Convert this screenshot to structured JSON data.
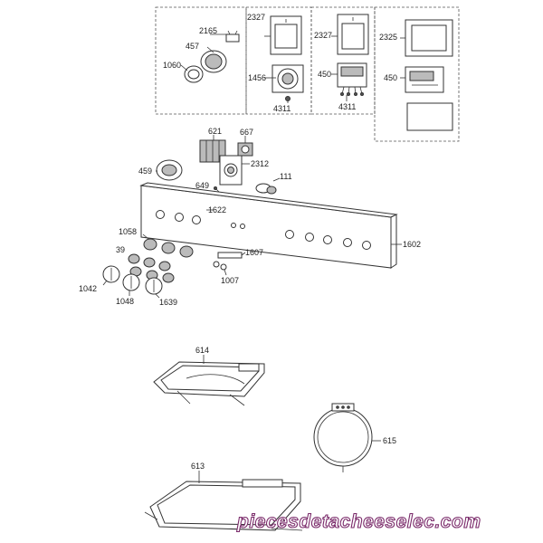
{
  "labels": {
    "l2165": "2165",
    "l457": "457",
    "l1060": "1060",
    "l2327a": "2327",
    "l1456": "1456",
    "l4311a": "4311",
    "l2327b": "2327",
    "l450a": "450",
    "l4311b": "4311",
    "l2325": "2325",
    "l450b": "450",
    "l621": "621",
    "l667": "667",
    "l459": "459",
    "l2312": "2312",
    "l111": "111",
    "l649": "649",
    "l1622": "1622",
    "l1058": "1058",
    "l1602": "1602",
    "l39": "39",
    "l1607": "1607",
    "l1042": "1042",
    "l1007": "1007",
    "l1048": "1048",
    "l1639": "1639",
    "l614": "614",
    "l615": "615",
    "l613": "613"
  },
  "watermark": "piecesdetacheeselec.com",
  "colors": {
    "watermark_outline": "#7a2a6a",
    "lines": "#333333"
  }
}
